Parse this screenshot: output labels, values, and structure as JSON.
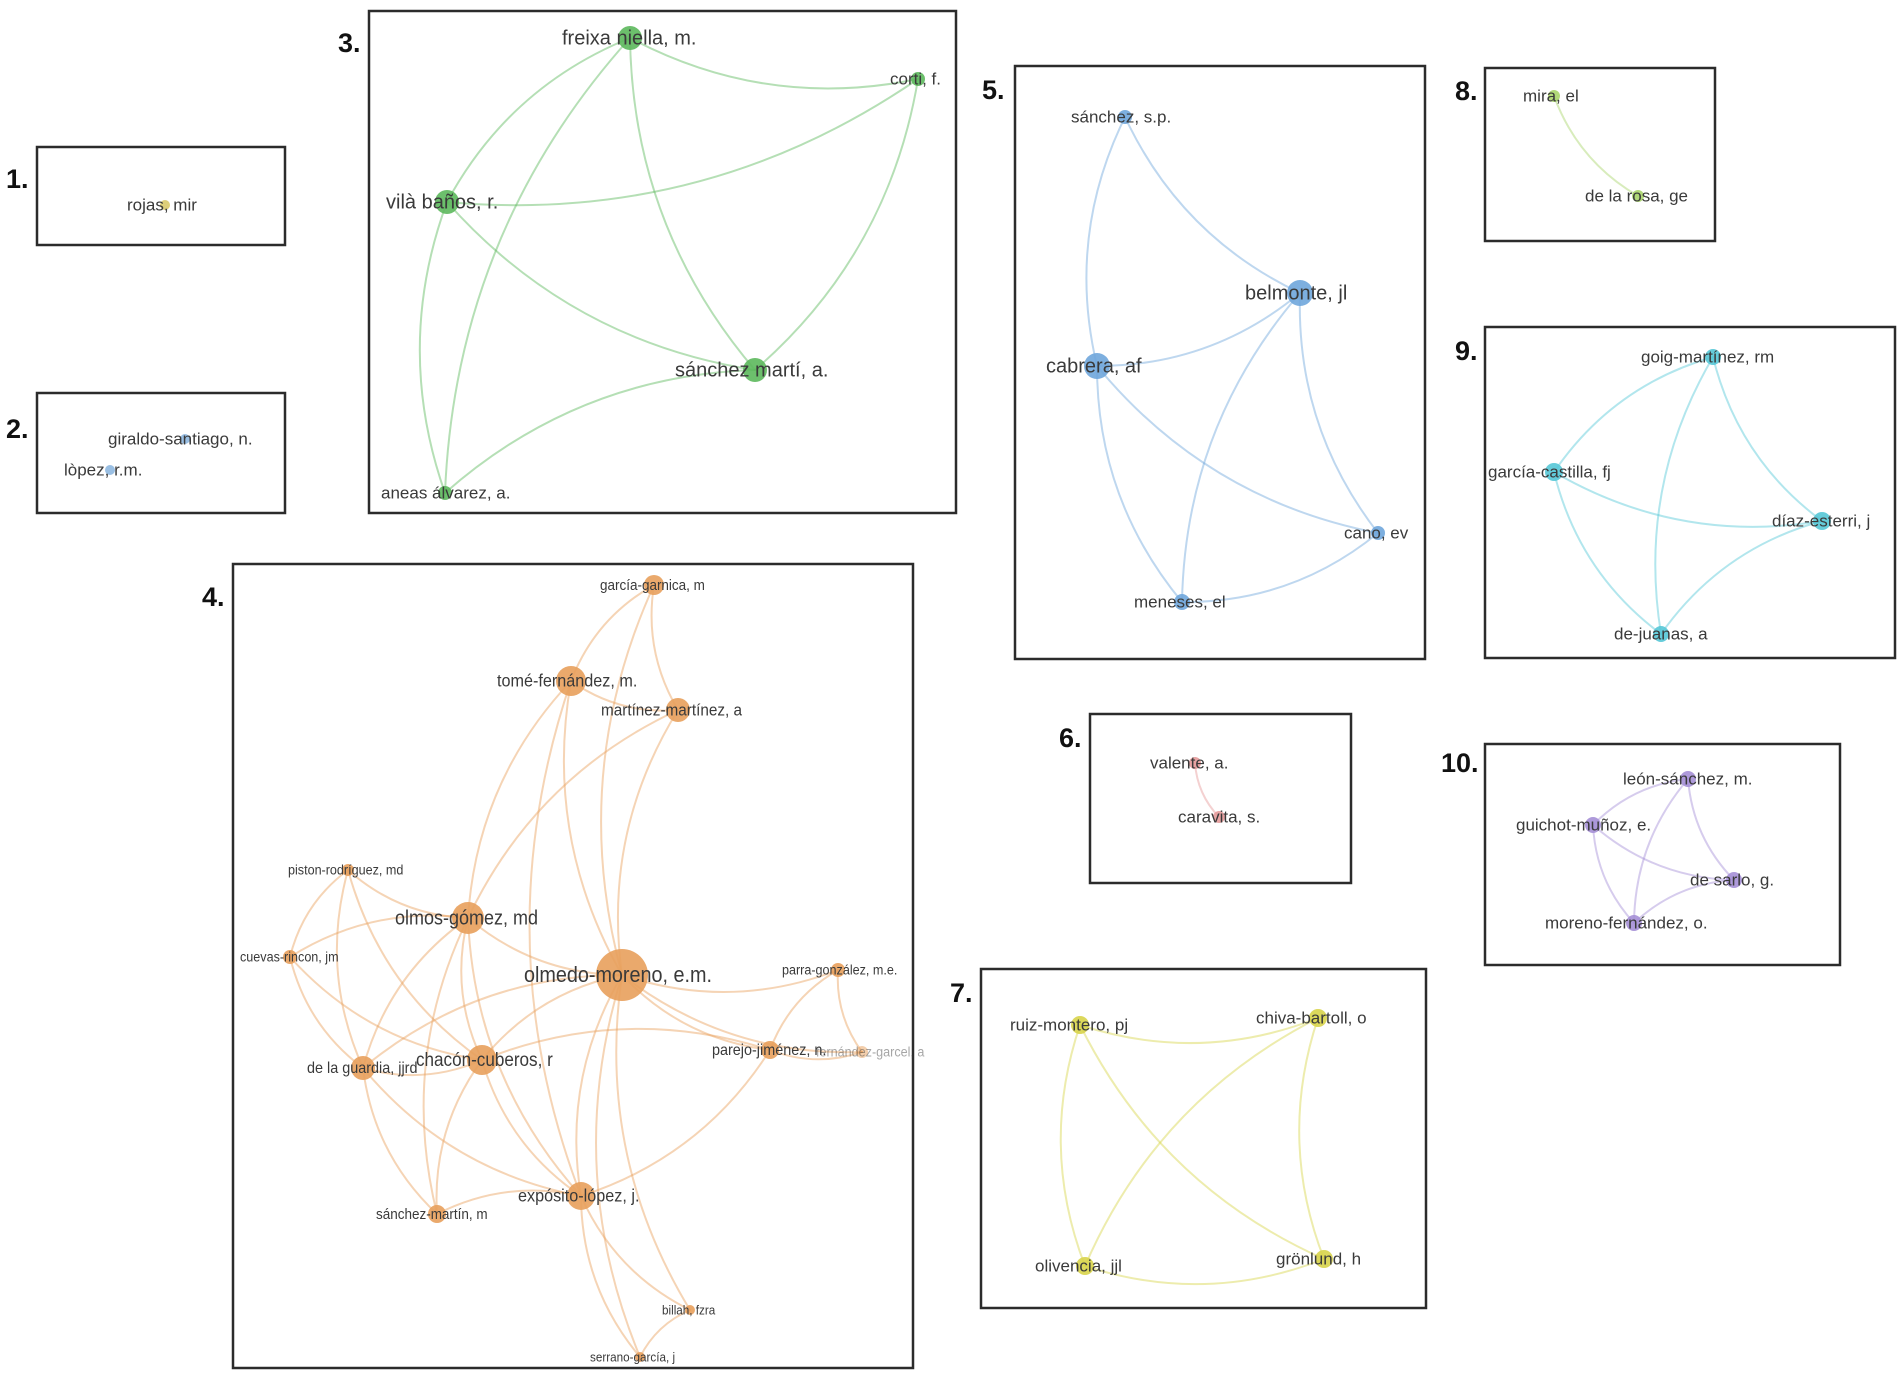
{
  "figure": {
    "panels": [
      {
        "id": "p1",
        "number": "1.",
        "color": "#d9c96a",
        "nodes": [
          {
            "id": "n1",
            "label": "rojas, mir"
          }
        ],
        "edges": []
      },
      {
        "id": "p2",
        "number": "2.",
        "color": "#8fb8e0",
        "nodes": [
          {
            "id": "n1",
            "label": "giraldo-santiago, n."
          },
          {
            "id": "n2",
            "label": "lòpez, r.m."
          }
        ],
        "edges": []
      },
      {
        "id": "p3",
        "number": "3.",
        "color": "#5cb85c",
        "nodes": [
          {
            "id": "freixa",
            "label": "freixa niella, m."
          },
          {
            "id": "corti",
            "label": "corti, f."
          },
          {
            "id": "vila",
            "label": "vilà baños, r."
          },
          {
            "id": "sanchez",
            "label": "sánchez martí, a."
          },
          {
            "id": "aneas",
            "label": "aneas álvarez, a."
          }
        ],
        "edges": [
          [
            "freixa",
            "corti"
          ],
          [
            "freixa",
            "vila"
          ],
          [
            "freixa",
            "sanchez"
          ],
          [
            "freixa",
            "aneas"
          ],
          [
            "vila",
            "corti"
          ],
          [
            "vila",
            "sanchez"
          ],
          [
            "vila",
            "aneas"
          ],
          [
            "sanchez",
            "corti"
          ],
          [
            "sanchez",
            "aneas"
          ]
        ]
      },
      {
        "id": "p4",
        "number": "4.",
        "color": "#e8a05c",
        "nodes": [
          {
            "id": "garnica",
            "label": "garcía-garnica, m"
          },
          {
            "id": "tome",
            "label": "tomé-fernández, m."
          },
          {
            "id": "martinez",
            "label": "martínez-martínez, a"
          },
          {
            "id": "piston",
            "label": "piston-rodríguez, md"
          },
          {
            "id": "olmos",
            "label": "olmos-gómez, md"
          },
          {
            "id": "cuevas",
            "label": "cuevas-rincon, jm"
          },
          {
            "id": "olmedo",
            "label": "olmedo-moreno, e.m."
          },
          {
            "id": "parra",
            "label": "parra-gonzález, m.e."
          },
          {
            "id": "parejo",
            "label": "parejo-jiménez, n."
          },
          {
            "id": "fernande",
            "label": "fernández-garcel, a"
          },
          {
            "id": "guardia",
            "label": "de la guardia, jjrd"
          },
          {
            "id": "chacon",
            "label": "chacón-cuberos, r"
          },
          {
            "id": "exposito",
            "label": "expósito-lópez, j."
          },
          {
            "id": "sanchezm",
            "label": "sánchez-martín, m"
          },
          {
            "id": "billah",
            "label": "billah, fzra"
          },
          {
            "id": "serrano",
            "label": "serrano-garcía, j"
          }
        ],
        "edges": [
          [
            "garnica",
            "tome"
          ],
          [
            "garnica",
            "martinez"
          ],
          [
            "garnica",
            "olmedo"
          ],
          [
            "tome",
            "martinez"
          ],
          [
            "tome",
            "olmedo"
          ],
          [
            "tome",
            "olmos"
          ],
          [
            "tome",
            "exposito"
          ],
          [
            "martinez",
            "olmedo"
          ],
          [
            "martinez",
            "olmos"
          ],
          [
            "piston",
            "olmos"
          ],
          [
            "piston",
            "chacon"
          ],
          [
            "piston",
            "cuevas"
          ],
          [
            "piston",
            "guardia"
          ],
          [
            "olmos",
            "olmedo"
          ],
          [
            "olmos",
            "chacon"
          ],
          [
            "olmos",
            "guardia"
          ],
          [
            "olmos",
            "cuevas"
          ],
          [
            "olmos",
            "sanchezm"
          ],
          [
            "olmos",
            "exposito"
          ],
          [
            "cuevas",
            "guardia"
          ],
          [
            "cuevas",
            "chacon"
          ],
          [
            "olmedo",
            "chacon"
          ],
          [
            "olmedo",
            "exposito"
          ],
          [
            "olmedo",
            "guardia"
          ],
          [
            "olmedo",
            "parra"
          ],
          [
            "olmedo",
            "parejo"
          ],
          [
            "olmedo",
            "fernande"
          ],
          [
            "olmedo",
            "billah"
          ],
          [
            "olmedo",
            "serrano"
          ],
          [
            "parra",
            "parejo"
          ],
          [
            "parra",
            "fernande"
          ],
          [
            "parejo",
            "fernande"
          ],
          [
            "parejo",
            "chacon"
          ],
          [
            "guardia",
            "chacon"
          ],
          [
            "guardia",
            "sanchezm"
          ],
          [
            "guardia",
            "exposito"
          ],
          [
            "chacon",
            "exposito"
          ],
          [
            "chacon",
            "sanchezm"
          ],
          [
            "exposito",
            "sanchezm"
          ],
          [
            "exposito",
            "billah"
          ],
          [
            "exposito",
            "serrano"
          ],
          [
            "exposito",
            "parejo"
          ],
          [
            "billah",
            "serrano"
          ]
        ]
      },
      {
        "id": "p5",
        "number": "5.",
        "color": "#6fa6dc",
        "nodes": [
          {
            "id": "sanchez",
            "label": "sánchez, s.p."
          },
          {
            "id": "belmonte",
            "label": "belmonte, jl"
          },
          {
            "id": "cabrera",
            "label": "cabrera, af"
          },
          {
            "id": "cano",
            "label": "cano, ev"
          },
          {
            "id": "meneses",
            "label": "meneses, el"
          }
        ],
        "edges": [
          [
            "sanchez",
            "belmonte"
          ],
          [
            "sanchez",
            "cabrera"
          ],
          [
            "cabrera",
            "belmonte"
          ],
          [
            "cabrera",
            "cano"
          ],
          [
            "cabrera",
            "meneses"
          ],
          [
            "belmonte",
            "cano"
          ],
          [
            "belmonte",
            "meneses"
          ],
          [
            "meneses",
            "cano"
          ]
        ]
      },
      {
        "id": "p6",
        "number": "6.",
        "color": "#e69a9a",
        "nodes": [
          {
            "id": "valente",
            "label": "valente, a."
          },
          {
            "id": "caravita",
            "label": "caravita, s."
          }
        ],
        "edges": [
          [
            "valente",
            "caravita"
          ]
        ]
      },
      {
        "id": "p7",
        "number": "7.",
        "color": "#d8d44a",
        "nodes": [
          {
            "id": "ruiz",
            "label": "ruiz-montero, pj"
          },
          {
            "id": "chiva",
            "label": "chiva-bartoll, o"
          },
          {
            "id": "olivencia",
            "label": "olivencia, jjl"
          },
          {
            "id": "gronlund",
            "label": "grönlund, h"
          }
        ],
        "edges": [
          [
            "ruiz",
            "chiva"
          ],
          [
            "ruiz",
            "olivencia"
          ],
          [
            "ruiz",
            "gronlund"
          ],
          [
            "chiva",
            "olivencia"
          ],
          [
            "chiva",
            "gronlund"
          ],
          [
            "olivencia",
            "gronlund"
          ]
        ]
      },
      {
        "id": "p8",
        "number": "8.",
        "color": "#a9d46a",
        "nodes": [
          {
            "id": "mira",
            "label": "mira, el"
          },
          {
            "id": "rosa",
            "label": "de la rosa, ge"
          }
        ],
        "edges": [
          [
            "mira",
            "rosa"
          ]
        ]
      },
      {
        "id": "p9",
        "number": "9.",
        "color": "#55c7d6",
        "nodes": [
          {
            "id": "goig",
            "label": "goig-martínez, rm"
          },
          {
            "id": "garcia",
            "label": "garcía-castilla, fj"
          },
          {
            "id": "diaz",
            "label": "díaz-esterri, j"
          },
          {
            "id": "juanas",
            "label": "de-juanas, a"
          }
        ],
        "edges": [
          [
            "goig",
            "garcia"
          ],
          [
            "goig",
            "diaz"
          ],
          [
            "goig",
            "juanas"
          ],
          [
            "garcia",
            "diaz"
          ],
          [
            "garcia",
            "juanas"
          ],
          [
            "diaz",
            "juanas"
          ]
        ]
      },
      {
        "id": "p10",
        "number": "10.",
        "color": "#a58fd6",
        "nodes": [
          {
            "id": "leon",
            "label": "león-sánchez, m."
          },
          {
            "id": "guichot",
            "label": "guichot-muñoz, e."
          },
          {
            "id": "sarlo",
            "label": "de sarlo, g."
          },
          {
            "id": "moreno",
            "label": "moreno-fernández, o."
          }
        ],
        "edges": [
          [
            "leon",
            "guichot"
          ],
          [
            "leon",
            "sarlo"
          ],
          [
            "leon",
            "moreno"
          ],
          [
            "guichot",
            "sarlo"
          ],
          [
            "guichot",
            "moreno"
          ],
          [
            "sarlo",
            "moreno"
          ]
        ]
      }
    ]
  }
}
